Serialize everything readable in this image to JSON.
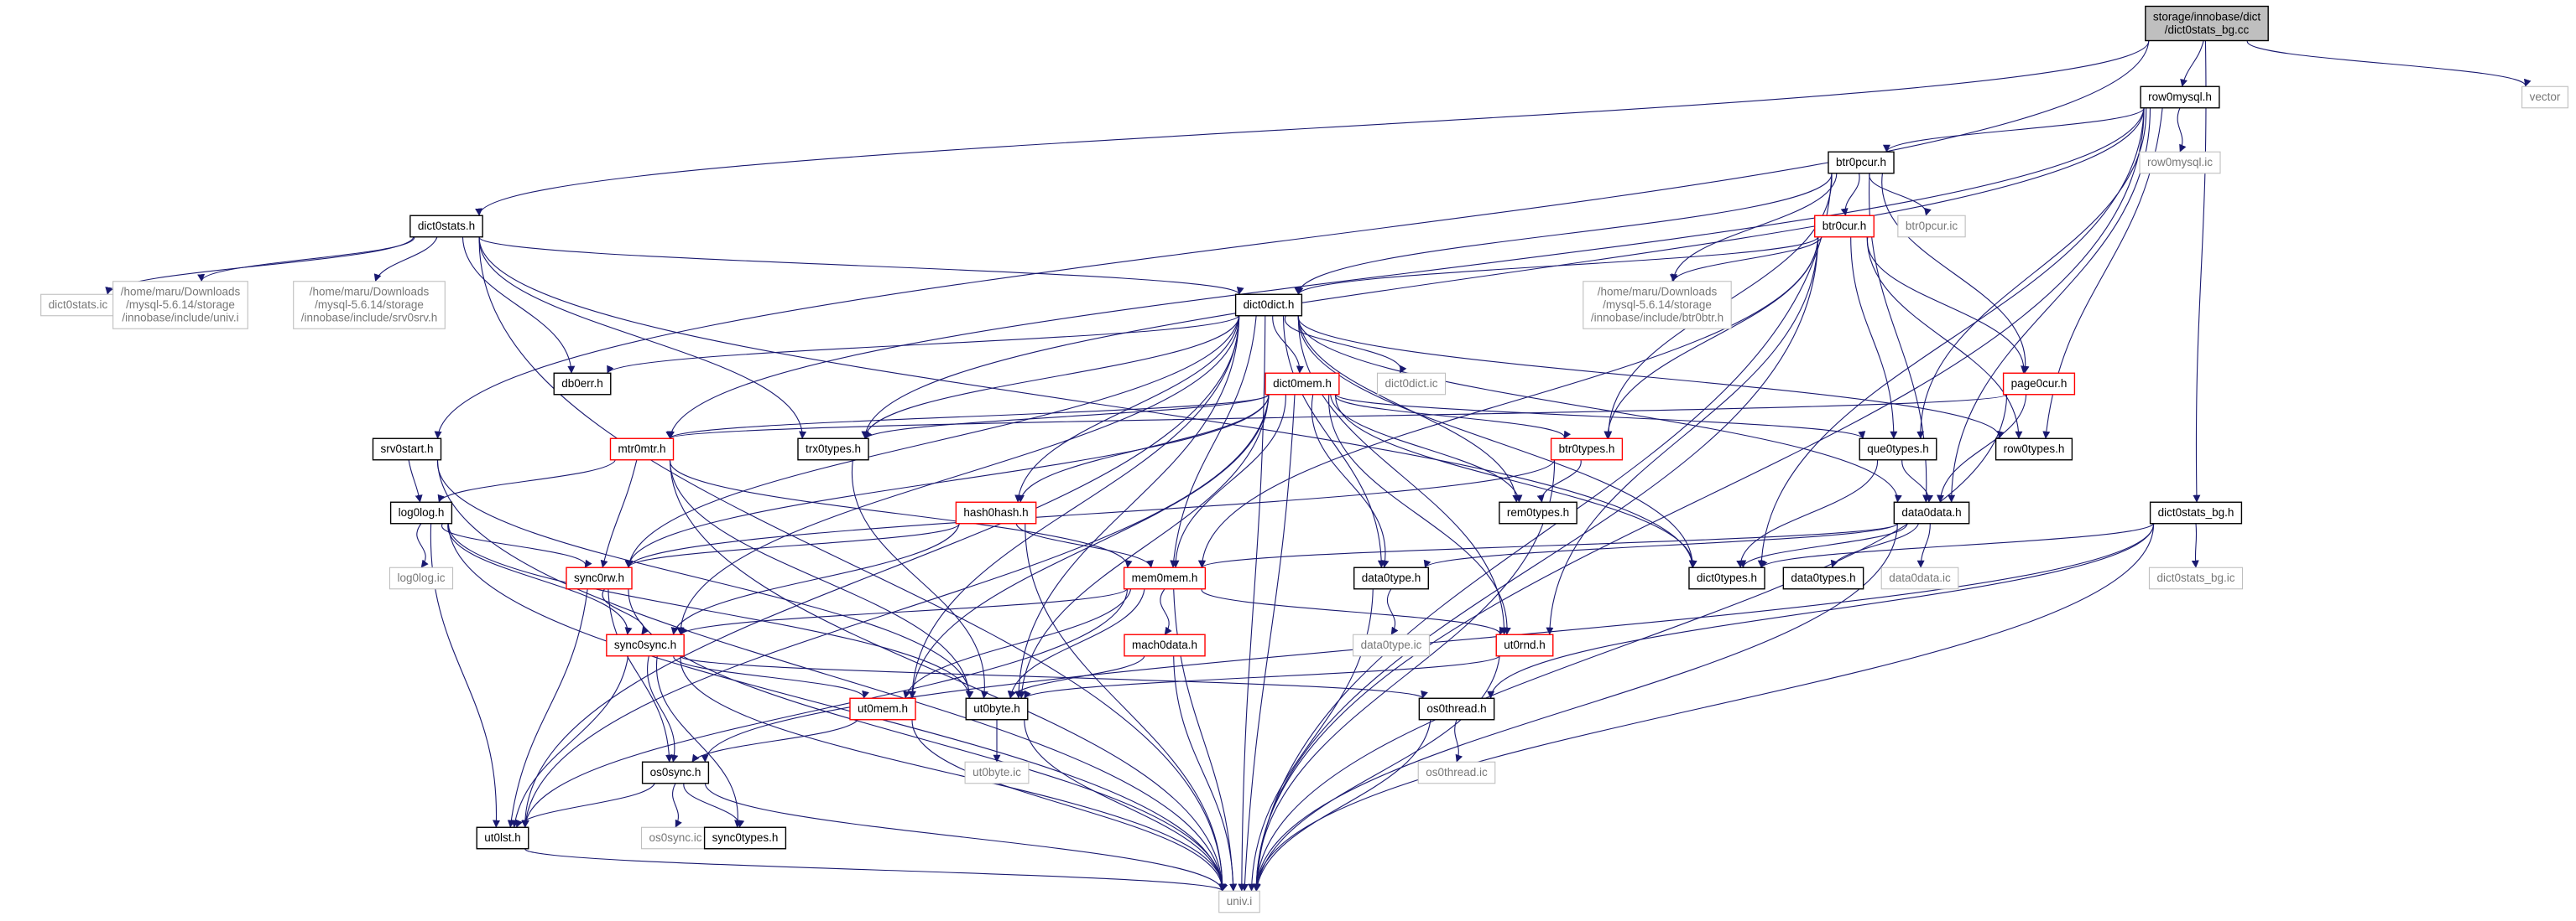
{
  "colors": {
    "edge": "#191970",
    "documented": "#000000",
    "has_subgraph": "#ff0000",
    "external": "#bfbfbf",
    "root_fill": "#bfbfbf"
  },
  "nodes": [
    {
      "id": "root",
      "kind": "root",
      "lines": [
        "storage/innobase/dict",
        "/dict0stats_bg.cc"
      ]
    },
    {
      "id": "row0mysql_h",
      "kind": "doc",
      "lines": [
        "row0mysql.h"
      ]
    },
    {
      "id": "vector",
      "kind": "ext",
      "lines": [
        "vector"
      ]
    },
    {
      "id": "btr0pcur_h",
      "kind": "doc",
      "lines": [
        "btr0pcur.h"
      ]
    },
    {
      "id": "row0mysql_ic",
      "kind": "ext",
      "lines": [
        "row0mysql.ic"
      ]
    },
    {
      "id": "dict0stats_h",
      "kind": "doc",
      "lines": [
        "dict0stats.h"
      ]
    },
    {
      "id": "btr0cur_h",
      "kind": "red",
      "lines": [
        "btr0cur.h"
      ]
    },
    {
      "id": "btr0pcur_ic",
      "kind": "ext",
      "lines": [
        "btr0pcur.ic"
      ]
    },
    {
      "id": "dict0stats_ic",
      "kind": "ext",
      "lines": [
        "dict0stats.ic"
      ]
    },
    {
      "id": "univ_path",
      "kind": "ext",
      "lines": [
        "/home/maru/Downloads",
        "/mysql-5.6.14/storage",
        "/innobase/include/univ.i"
      ]
    },
    {
      "id": "srv0srv_path",
      "kind": "ext",
      "lines": [
        "/home/maru/Downloads",
        "/mysql-5.6.14/storage",
        "/innobase/include/srv0srv.h"
      ]
    },
    {
      "id": "dict0dict_h",
      "kind": "doc",
      "lines": [
        "dict0dict.h"
      ]
    },
    {
      "id": "btr0btr_path",
      "kind": "ext",
      "lines": [
        "/home/maru/Downloads",
        "/mysql-5.6.14/storage",
        "/innobase/include/btr0btr.h"
      ]
    },
    {
      "id": "db0err_h",
      "kind": "doc",
      "lines": [
        "db0err.h"
      ]
    },
    {
      "id": "dict0dict_ic",
      "kind": "ext",
      "lines": [
        "dict0dict.ic"
      ]
    },
    {
      "id": "dict0mem_h",
      "kind": "red",
      "lines": [
        "dict0mem.h"
      ]
    },
    {
      "id": "page0cur_h",
      "kind": "red",
      "lines": [
        "page0cur.h"
      ]
    },
    {
      "id": "srv0start_h",
      "kind": "doc",
      "lines": [
        "srv0start.h"
      ]
    },
    {
      "id": "trx0types_h",
      "kind": "doc",
      "lines": [
        "trx0types.h"
      ]
    },
    {
      "id": "mtr0mtr_h",
      "kind": "red",
      "lines": [
        "mtr0mtr.h"
      ]
    },
    {
      "id": "btr0types_h",
      "kind": "red",
      "lines": [
        "btr0types.h"
      ]
    },
    {
      "id": "que0types_h",
      "kind": "doc",
      "lines": [
        "que0types.h"
      ]
    },
    {
      "id": "row0types_h",
      "kind": "doc",
      "lines": [
        "row0types.h"
      ]
    },
    {
      "id": "log0log_h",
      "kind": "doc",
      "lines": [
        "log0log.h"
      ]
    },
    {
      "id": "hash0hash_h",
      "kind": "red",
      "lines": [
        "hash0hash.h"
      ]
    },
    {
      "id": "rem0types_h",
      "kind": "doc",
      "lines": [
        "rem0types.h"
      ]
    },
    {
      "id": "data0data_h",
      "kind": "doc",
      "lines": [
        "data0data.h"
      ]
    },
    {
      "id": "dict0stats_bg_h",
      "kind": "doc",
      "lines": [
        "dict0stats_bg.h"
      ]
    },
    {
      "id": "log0log_ic",
      "kind": "ext",
      "lines": [
        "log0log.ic"
      ]
    },
    {
      "id": "sync0rw_h",
      "kind": "red",
      "lines": [
        "sync0rw.h"
      ]
    },
    {
      "id": "mem0mem_h",
      "kind": "red",
      "lines": [
        "mem0mem.h"
      ]
    },
    {
      "id": "data0type_h",
      "kind": "doc",
      "lines": [
        "data0type.h"
      ]
    },
    {
      "id": "dict0types_h",
      "kind": "doc",
      "lines": [
        "dict0types.h"
      ]
    },
    {
      "id": "data0types_h",
      "kind": "doc",
      "lines": [
        "data0types.h"
      ]
    },
    {
      "id": "data0data_ic",
      "kind": "ext",
      "lines": [
        "data0data.ic"
      ]
    },
    {
      "id": "dict0stats_bg_ic",
      "kind": "ext",
      "lines": [
        "dict0stats_bg.ic"
      ]
    },
    {
      "id": "sync0sync_h",
      "kind": "red",
      "lines": [
        "sync0sync.h"
      ]
    },
    {
      "id": "mach0data_h",
      "kind": "red",
      "lines": [
        "mach0data.h"
      ]
    },
    {
      "id": "ut0rnd_h",
      "kind": "red",
      "lines": [
        "ut0rnd.h"
      ]
    },
    {
      "id": "data0type_ic",
      "kind": "ext",
      "lines": [
        "data0type.ic"
      ]
    },
    {
      "id": "ut0mem_h",
      "kind": "red",
      "lines": [
        "ut0mem.h"
      ]
    },
    {
      "id": "ut0byte_h",
      "kind": "doc",
      "lines": [
        "ut0byte.h"
      ]
    },
    {
      "id": "os0thread_h",
      "kind": "doc",
      "lines": [
        "os0thread.h"
      ]
    },
    {
      "id": "os0sync_h",
      "kind": "doc",
      "lines": [
        "os0sync.h"
      ]
    },
    {
      "id": "ut0byte_ic",
      "kind": "ext",
      "lines": [
        "ut0byte.ic"
      ]
    },
    {
      "id": "os0thread_ic",
      "kind": "ext",
      "lines": [
        "os0thread.ic"
      ]
    },
    {
      "id": "ut0lst_h",
      "kind": "doc",
      "lines": [
        "ut0lst.h"
      ]
    },
    {
      "id": "os0sync_ic",
      "kind": "ext",
      "lines": [
        "os0sync.ic"
      ]
    },
    {
      "id": "sync0types_h",
      "kind": "doc",
      "lines": [
        "sync0types.h"
      ]
    },
    {
      "id": "univ_i",
      "kind": "ext",
      "lines": [
        "univ.i"
      ]
    }
  ],
  "edges": [
    [
      "root",
      "row0mysql_h"
    ],
    [
      "root",
      "vector"
    ],
    [
      "root",
      "dict0stats_h"
    ],
    [
      "root",
      "srv0start_h"
    ],
    [
      "root",
      "dict0stats_bg_h"
    ],
    [
      "row0mysql_h",
      "btr0pcur_h"
    ],
    [
      "row0mysql_h",
      "row0mysql_ic"
    ],
    [
      "row0mysql_h",
      "trx0types_h"
    ],
    [
      "row0mysql_h",
      "que0types_h"
    ],
    [
      "row0mysql_h",
      "row0types_h"
    ],
    [
      "row0mysql_h",
      "data0data_h"
    ],
    [
      "row0mysql_h",
      "dict0types_h"
    ],
    [
      "row0mysql_h",
      "univ_i"
    ],
    [
      "row0mysql_h",
      "mtr0mtr_h"
    ],
    [
      "btr0pcur_h",
      "btr0cur_h"
    ],
    [
      "btr0pcur_h",
      "btr0pcur_ic"
    ],
    [
      "btr0pcur_h",
      "dict0dict_h"
    ],
    [
      "btr0pcur_h",
      "btr0btr_path"
    ],
    [
      "btr0pcur_h",
      "page0cur_h"
    ],
    [
      "btr0pcur_h",
      "btr0types_h"
    ],
    [
      "btr0pcur_h",
      "data0data_h"
    ],
    [
      "btr0pcur_h",
      "univ_i"
    ],
    [
      "btr0cur_h",
      "dict0dict_h"
    ],
    [
      "btr0cur_h",
      "btr0btr_path"
    ],
    [
      "btr0cur_h",
      "page0cur_h"
    ],
    [
      "btr0cur_h",
      "btr0types_h"
    ],
    [
      "btr0cur_h",
      "que0types_h"
    ],
    [
      "btr0cur_h",
      "row0types_h"
    ],
    [
      "btr0cur_h",
      "ut0rnd_h"
    ],
    [
      "btr0cur_h",
      "univ_i"
    ],
    [
      "btr0cur_h",
      "mem0mem_h"
    ],
    [
      "dict0stats_h",
      "dict0stats_ic"
    ],
    [
      "dict0stats_h",
      "univ_path"
    ],
    [
      "dict0stats_h",
      "srv0srv_path"
    ],
    [
      "dict0stats_h",
      "dict0dict_h"
    ],
    [
      "dict0stats_h",
      "db0err_h"
    ],
    [
      "dict0stats_h",
      "trx0types_h"
    ],
    [
      "dict0stats_h",
      "dict0types_h"
    ],
    [
      "dict0stats_h",
      "univ_i"
    ],
    [
      "dict0dict_h",
      "db0err_h"
    ],
    [
      "dict0dict_h",
      "dict0dict_ic"
    ],
    [
      "dict0dict_h",
      "dict0mem_h"
    ],
    [
      "dict0dict_h",
      "trx0types_h"
    ],
    [
      "dict0dict_h",
      "hash0hash_h"
    ],
    [
      "dict0dict_h",
      "rem0types_h"
    ],
    [
      "dict0dict_h",
      "data0type_h"
    ],
    [
      "dict0dict_h",
      "dict0types_h"
    ],
    [
      "dict0dict_h",
      "row0types_h"
    ],
    [
      "dict0dict_h",
      "data0data_h"
    ],
    [
      "dict0dict_h",
      "sync0rw_h"
    ],
    [
      "dict0dict_h",
      "sync0sync_h"
    ],
    [
      "dict0dict_h",
      "mem0mem_h"
    ],
    [
      "dict0dict_h",
      "ut0rnd_h"
    ],
    [
      "dict0dict_h",
      "ut0mem_h"
    ],
    [
      "dict0dict_h",
      "ut0byte_h"
    ],
    [
      "dict0dict_h",
      "ut0lst_h"
    ],
    [
      "dict0dict_h",
      "univ_i"
    ],
    [
      "dict0mem_h",
      "trx0types_h"
    ],
    [
      "dict0mem_h",
      "mtr0mtr_h"
    ],
    [
      "dict0mem_h",
      "btr0types_h"
    ],
    [
      "dict0mem_h",
      "que0types_h"
    ],
    [
      "dict0mem_h",
      "rem0types_h"
    ],
    [
      "dict0mem_h",
      "hash0hash_h"
    ],
    [
      "dict0mem_h",
      "data0type_h"
    ],
    [
      "dict0mem_h",
      "dict0types_h"
    ],
    [
      "dict0mem_h",
      "mem0mem_h"
    ],
    [
      "dict0mem_h",
      "ut0rnd_h"
    ],
    [
      "dict0mem_h",
      "ut0mem_h"
    ],
    [
      "dict0mem_h",
      "ut0byte_h"
    ],
    [
      "dict0mem_h",
      "ut0lst_h"
    ],
    [
      "dict0mem_h",
      "sync0rw_h"
    ],
    [
      "dict0mem_h",
      "univ_i"
    ],
    [
      "page0cur_h",
      "mtr0mtr_h"
    ],
    [
      "page0cur_h",
      "data0data_h"
    ],
    [
      "page0cur_h",
      "univ_i"
    ],
    [
      "srv0start_h",
      "log0log_h"
    ],
    [
      "srv0start_h",
      "ut0byte_h"
    ],
    [
      "srv0start_h",
      "univ_i"
    ],
    [
      "trx0types_h",
      "ut0byte_h"
    ],
    [
      "mtr0mtr_h",
      "log0log_h"
    ],
    [
      "mtr0mtr_h",
      "sync0rw_h"
    ],
    [
      "mtr0mtr_h",
      "mem0mem_h"
    ],
    [
      "mtr0mtr_h",
      "ut0byte_h"
    ],
    [
      "mtr0mtr_h",
      "univ_i"
    ],
    [
      "btr0types_h",
      "rem0types_h"
    ],
    [
      "btr0types_h",
      "sync0rw_h"
    ],
    [
      "btr0types_h",
      "univ_i"
    ],
    [
      "que0types_h",
      "data0data_h"
    ],
    [
      "que0types_h",
      "dict0types_h"
    ],
    [
      "log0log_h",
      "log0log_ic"
    ],
    [
      "log0log_h",
      "sync0rw_h"
    ],
    [
      "log0log_h",
      "sync0sync_h"
    ],
    [
      "log0log_h",
      "ut0byte_h"
    ],
    [
      "log0log_h",
      "ut0lst_h"
    ],
    [
      "log0log_h",
      "univ_i"
    ],
    [
      "hash0hash_h",
      "sync0rw_h"
    ],
    [
      "hash0hash_h",
      "mem0mem_h"
    ],
    [
      "hash0hash_h",
      "sync0sync_h"
    ],
    [
      "hash0hash_h",
      "univ_i"
    ],
    [
      "data0data_h",
      "mem0mem_h"
    ],
    [
      "data0data_h",
      "data0type_h"
    ],
    [
      "data0data_h",
      "dict0types_h"
    ],
    [
      "data0data_h",
      "data0types_h"
    ],
    [
      "data0data_h",
      "data0data_ic"
    ],
    [
      "data0data_h",
      "univ_i"
    ],
    [
      "dict0stats_bg_h",
      "dict0types_h"
    ],
    [
      "dict0stats_bg_h",
      "dict0stats_bg_ic"
    ],
    [
      "dict0stats_bg_h",
      "os0sync_h"
    ],
    [
      "dict0stats_bg_h",
      "os0thread_h"
    ],
    [
      "dict0stats_bg_h",
      "univ_i"
    ],
    [
      "sync0rw_h",
      "sync0sync_h"
    ],
    [
      "sync0rw_h",
      "os0sync_h"
    ],
    [
      "sync0rw_h",
      "ut0lst_h"
    ],
    [
      "sync0rw_h",
      "univ_i"
    ],
    [
      "mem0mem_h",
      "sync0sync_h"
    ],
    [
      "mem0mem_h",
      "ut0mem_h"
    ],
    [
      "mem0mem_h",
      "ut0byte_h"
    ],
    [
      "mem0mem_h",
      "mach0data_h"
    ],
    [
      "mem0mem_h",
      "ut0rnd_h"
    ],
    [
      "mem0mem_h",
      "ut0lst_h"
    ],
    [
      "mem0mem_h",
      "univ_i"
    ],
    [
      "data0type_h",
      "data0type_ic"
    ],
    [
      "data0type_h",
      "univ_i"
    ],
    [
      "sync0sync_h",
      "ut0mem_h"
    ],
    [
      "sync0sync_h",
      "os0sync_h"
    ],
    [
      "sync0sync_h",
      "os0thread_h"
    ],
    [
      "sync0sync_h",
      "sync0types_h"
    ],
    [
      "sync0sync_h",
      "ut0lst_h"
    ],
    [
      "sync0sync_h",
      "univ_i"
    ],
    [
      "mach0data_h",
      "ut0byte_h"
    ],
    [
      "mach0data_h",
      "univ_i"
    ],
    [
      "ut0rnd_h",
      "ut0byte_h"
    ],
    [
      "ut0rnd_h",
      "univ_i"
    ],
    [
      "ut0mem_h",
      "os0sync_h"
    ],
    [
      "ut0mem_h",
      "univ_i"
    ],
    [
      "ut0byte_h",
      "ut0byte_ic"
    ],
    [
      "ut0byte_h",
      "univ_i"
    ],
    [
      "os0thread_h",
      "os0thread_ic"
    ],
    [
      "os0thread_h",
      "univ_i"
    ],
    [
      "os0sync_h",
      "os0sync_ic"
    ],
    [
      "os0sync_h",
      "sync0types_h"
    ],
    [
      "os0sync_h",
      "ut0lst_h"
    ],
    [
      "os0sync_h",
      "univ_i"
    ],
    [
      "ut0lst_h",
      "univ_i"
    ]
  ]
}
